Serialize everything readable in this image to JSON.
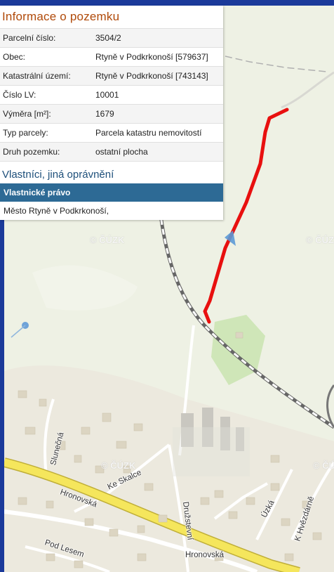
{
  "parcel_info": {
    "title": "Informace o pozemku",
    "rows": [
      {
        "label": "Parcelní číslo:",
        "value": "3504/2"
      },
      {
        "label": "Obec:",
        "value": "Rtyně v Podkrkonoší [579637]"
      },
      {
        "label": "Katastrální území:",
        "value": "Rtyně v Podkrkonoší [743143]"
      },
      {
        "label": "Číslo LV:",
        "value": "10001"
      },
      {
        "label": "Výměra [m²]:",
        "value": "1679"
      },
      {
        "label": "Typ parcely:",
        "value": "Parcela katastru nemovitostí"
      },
      {
        "label": "Druh pozemku:",
        "value": "ostatní plocha"
      }
    ]
  },
  "owners": {
    "title": "Vlastníci, jiná oprávnění",
    "header": "Vlastnické právo",
    "rows": [
      "Město Rtyně v Podkrkonoší,"
    ]
  },
  "map": {
    "watermark": "© ČÚZK",
    "streets": {
      "slunecna": "Slunečná",
      "ke_skalce": "Ke Skalce",
      "hronovska_1": "Hronovská",
      "hronovska_2": "Hronovská",
      "druzstevni": "Družstevní",
      "uzka": "Úzká",
      "k_hvezdarne": "K Hvězdárně",
      "pod_lesem": "Pod Lesem"
    },
    "highlight_color": "#e8100f"
  }
}
